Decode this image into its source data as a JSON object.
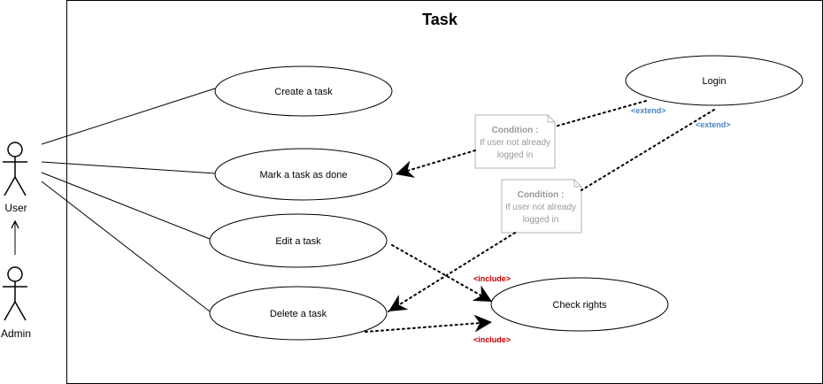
{
  "system": {
    "title": "Task"
  },
  "actors": {
    "user": {
      "label": "User"
    },
    "admin": {
      "label": "Admin"
    }
  },
  "use_cases": {
    "create": "Create a task",
    "mark_done": "Mark a task as done",
    "edit": "Edit a task",
    "delete": "Delete a task",
    "check_rights": "Check rights",
    "login": "Login"
  },
  "notes": [
    {
      "header": "Condition :",
      "line1": "If user not already",
      "line2": "logged in"
    },
    {
      "header": "Condition :",
      "line1": "If user not already",
      "line2": "logged in"
    }
  ],
  "relations": {
    "extend_label": "<extend>",
    "include_label": "<include>"
  },
  "colors": {
    "extend": "#4a86c5",
    "include": "#c00000",
    "note_text": "#999999",
    "note_border": "#b3b3b3"
  }
}
